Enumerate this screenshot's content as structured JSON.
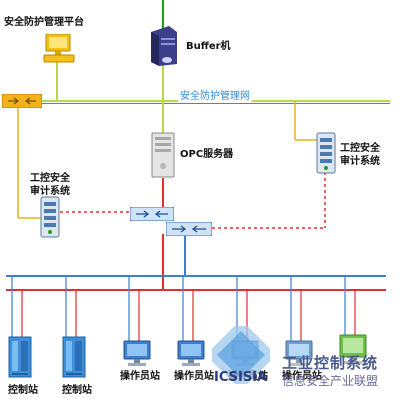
{
  "labels": {
    "platform": "安全防护管理平台",
    "buffer": "Buffer机",
    "network": "安全防护管理网",
    "opc": "OPC服务器",
    "audit_left": "工控安全\n审计系统",
    "audit_right": "工控安全\n审计系统",
    "control_station": "控制站",
    "operator_station": "操作员站"
  },
  "watermark": {
    "logo": "ICSISIA",
    "line1": "工业控制系统",
    "line2": "信息安全产业联盟"
  },
  "colors": {
    "network_line": "#b9d84a",
    "blue_line": "#2e8fd8",
    "red_line": "#e03030",
    "dashed": "#e03030",
    "bus_blue": "#3a7fd0",
    "bus_red": "#e03030"
  }
}
